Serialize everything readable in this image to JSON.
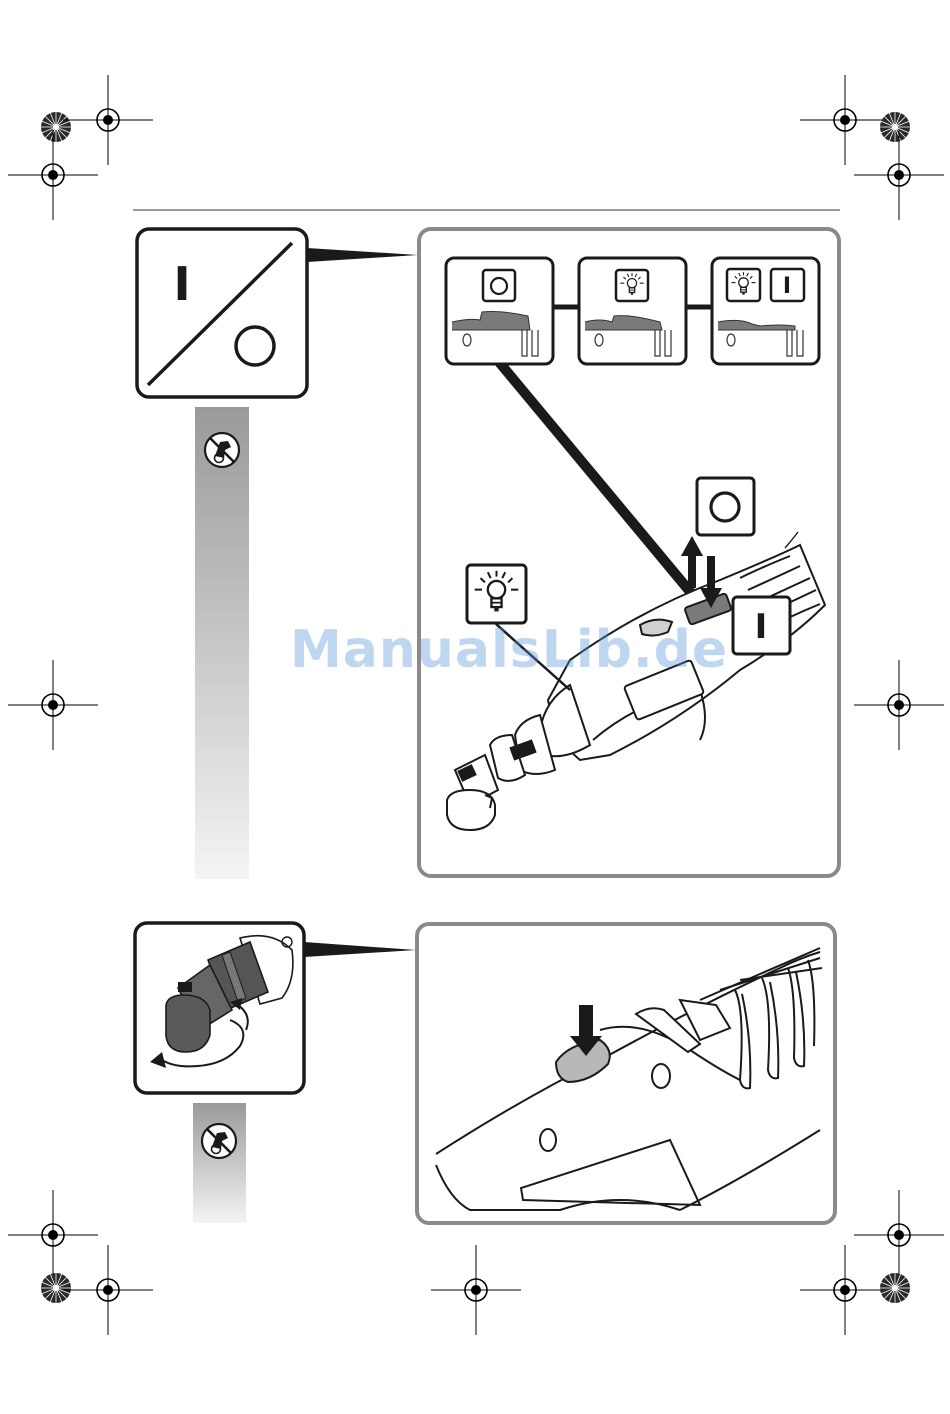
{
  "watermark": "ManualsLib.de",
  "symbols": {
    "on": "I",
    "off": "O"
  },
  "icons": {
    "switch": "on-off-switch-icon",
    "light": "light-bulb-icon",
    "lock": "spindle-lock-prohibited-icon",
    "registration": "registration-mark-icon"
  },
  "colors": {
    "frame": "#8a8a8a",
    "ink": "#1a1a1a",
    "grey_bar_top": "#9a9a9a",
    "grey_bar_bottom": "#f4f4f4",
    "watermark": "#5892da"
  }
}
